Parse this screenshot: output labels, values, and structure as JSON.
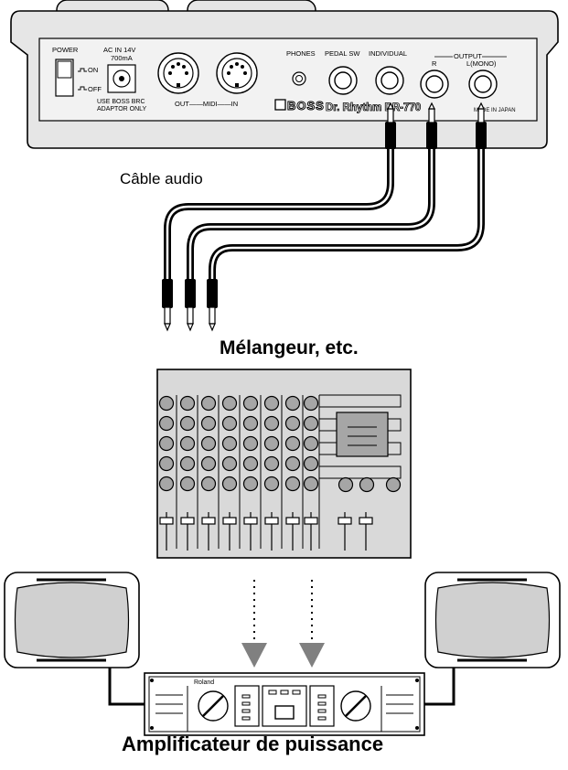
{
  "labels": {
    "cable": "Câble audio",
    "mixer": "Mélangeur, etc.",
    "amplifier": "Amplificateur de puissance"
  },
  "panel": {
    "power": "POWER",
    "on": "ON",
    "off": "OFF",
    "ac_in_1": "AC IN 14V",
    "ac_in_2": "700mA",
    "adaptor_1": "USE BOSS BRC",
    "adaptor_2": "ADAPTOR ONLY",
    "midi": "OUT——MIDI——IN",
    "phones": "PHONES",
    "pedal_sw": "PEDAL SW",
    "individual": "INDIVIDUAL",
    "output": "OUTPUT",
    "output_r": "R",
    "output_l": "L(MONO)",
    "brand": "BOSS",
    "model": "Dr. Rhythm DR-770",
    "made_in": "MADE IN JAPAN"
  },
  "amp": {
    "brand": "Roland"
  },
  "colors": {
    "device_fill": "#e6e6e6",
    "mixer_fill": "#d9d9d9",
    "knob_fill": "#a6a6a6",
    "speaker_fill": "#d0d0d0",
    "arrow_fill": "#808080",
    "cable": "#000000"
  }
}
